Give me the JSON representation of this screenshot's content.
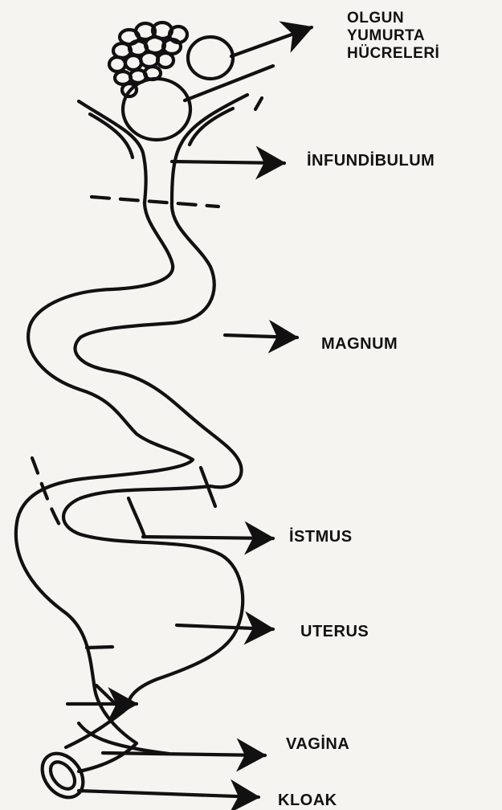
{
  "diagram": {
    "labels": {
      "olgun_yumurta_hucreleri": "OLGUN\nYUMURTA\nHÜCRELERİ",
      "infundibulum": "İNFUNDİBULUM",
      "magnum": "MAGNUM",
      "istmus": "İSTMUS",
      "uterus": "UTERUS",
      "vagina": "VAGİNA",
      "kloak": "KLOAK"
    }
  },
  "colors": {
    "ink": "#111111",
    "paper": "#f6f4f1",
    "bleed_text": "#d9d3cb"
  }
}
